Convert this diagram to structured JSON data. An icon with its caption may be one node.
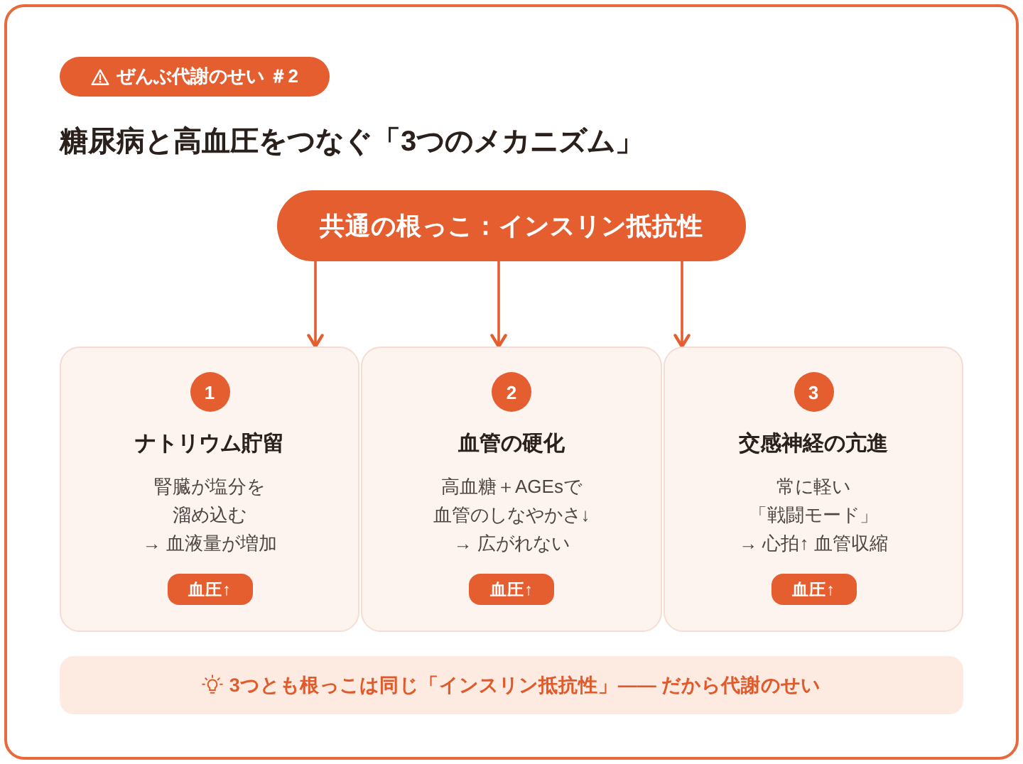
{
  "diagram": {
    "title": "糖尿病と高血圧をつなぐ「3つのメカニズム」",
    "nodes": [
      {
        "text": [
          "ぜんぶ代謝のせい ＃2"
        ]
      },
      {
        "text": [
          "共通の根っこ：インスリン抵抗性"
        ]
      },
      {
        "text": [
          "ナトリウム貯留",
          "腎臓が塩分を溜め込む→ 血液量が増加"
        ]
      },
      {
        "text": [
          "1"
        ],
        "in": 2
      },
      {
        "text": [
          "血圧↑"
        ],
        "in": 2
      },
      {
        "text": [
          "血管の硬化",
          "高血糖＋AGEsで血管のしなやかさ↓→ 広がれない"
        ]
      },
      {
        "text": [
          "2"
        ],
        "in": 5
      },
      {
        "text": [
          "血圧↑"
        ],
        "in": 5
      },
      {
        "text": [
          "交感神経の亢進",
          "常に軽い「戦闘モード」→ 心拍↑ 血管収縮"
        ]
      },
      {
        "text": [
          "3"
        ],
        "in": 8
      },
      {
        "text": [
          "血圧↑"
        ],
        "in": 8
      },
      {
        "text": [
          "3つとも根っこは同じ「インスリン抵抗性」—— だから代謝のせい"
        ]
      }
    ],
    "edges": [
      {
        "from": 1,
        "to": 2,
        "arrow": "to"
      },
      {
        "from": 1,
        "to": 5,
        "arrow": "to"
      },
      {
        "from": 1,
        "to": 8,
        "arrow": "to"
      }
    ]
  }
}
